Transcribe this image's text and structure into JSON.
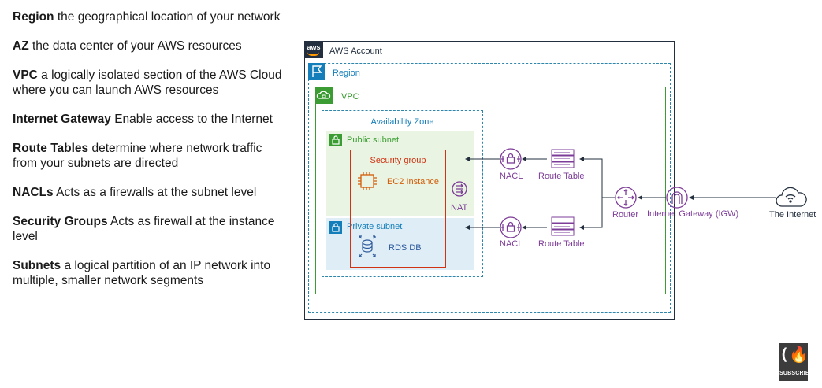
{
  "definitions": [
    {
      "term": "Region",
      "text": " the geographical location of your network"
    },
    {
      "term": "AZ",
      "text": " the data center of your AWS resources"
    },
    {
      "term": "VPC",
      "text": " a logically isolated section of the AWS Cloud where you can launch AWS resources"
    },
    {
      "term": "Internet Gateway",
      "text": " Enable access to the Internet"
    },
    {
      "term": "Route Tables",
      "text": " determine where network traffic from your subnets are directed"
    },
    {
      "term": "NACLs",
      "text": " Acts as a firewalls at the subnet level"
    },
    {
      "term": "Security Groups",
      "text": " Acts as firewall at the instance level"
    },
    {
      "term": "Subnets",
      "text": " a logical partition of an IP network into multiple, smaller network segments"
    }
  ],
  "diagram": {
    "aws_logo": "aws",
    "aws_account": "AWS Account",
    "region": "Region",
    "vpc": "VPC",
    "availability_zone": "Availability Zone",
    "public_subnet": "Public subnet",
    "private_subnet": "Private subnet",
    "security_group": "Security group",
    "ec2": "EC2 Instance",
    "rds": "RDS DB",
    "nat": "NAT",
    "nacl_top": "NACL",
    "nacl_bottom": "NACL",
    "route_table_top": "Route Table",
    "route_table_bottom": "Route Table",
    "router": "Router",
    "igw": "Internet Gateway (IGW)",
    "internet": "The Internet"
  },
  "badge": {
    "glyph": "(🔥)",
    "text": "SUBSCRIBE"
  },
  "colors": {
    "aws_dark": "#232f3e",
    "region": "#147eba",
    "vpc": "#3a9c32",
    "security_group": "#d13212",
    "network_purple": "#7d3c98",
    "ec2_orange": "#d45b07"
  },
  "icons": [
    "aws-logo",
    "region-flag-icon",
    "vpc-cloud-icon",
    "lock-icon",
    "chip-icon",
    "database-icon",
    "nat-icon",
    "nacl-icon",
    "route-table-icon",
    "router-icon",
    "gateway-icon",
    "cloud-icon"
  ]
}
